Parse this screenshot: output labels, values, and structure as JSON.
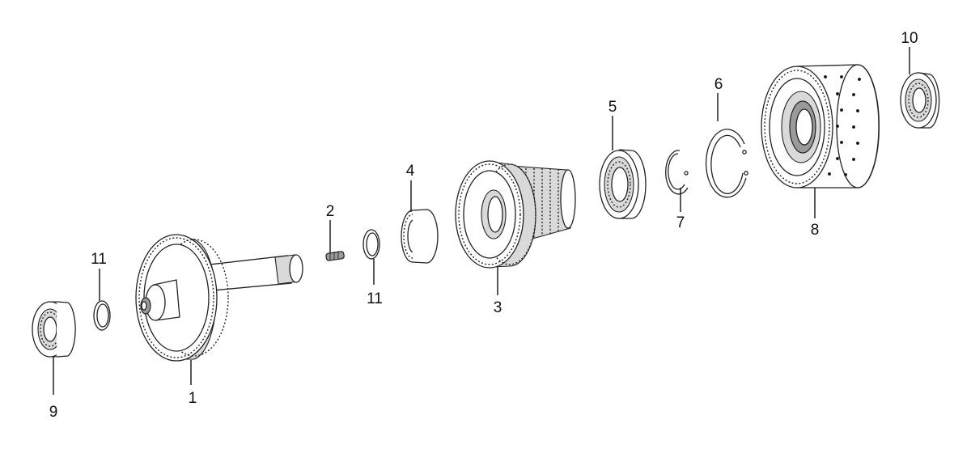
{
  "callouts": {
    "c1": "1",
    "c2": "2",
    "c3": "3",
    "c4": "4",
    "c5": "5",
    "c6": "6",
    "c7": "7",
    "c8": "8",
    "c9": "9",
    "c10": "10",
    "c11a": "11",
    "c11b": "11"
  },
  "colors": {
    "line": "#222222",
    "background": "#ffffff",
    "metal_shade": "#d9d9d9",
    "dark_shade": "#9a9a9a"
  }
}
